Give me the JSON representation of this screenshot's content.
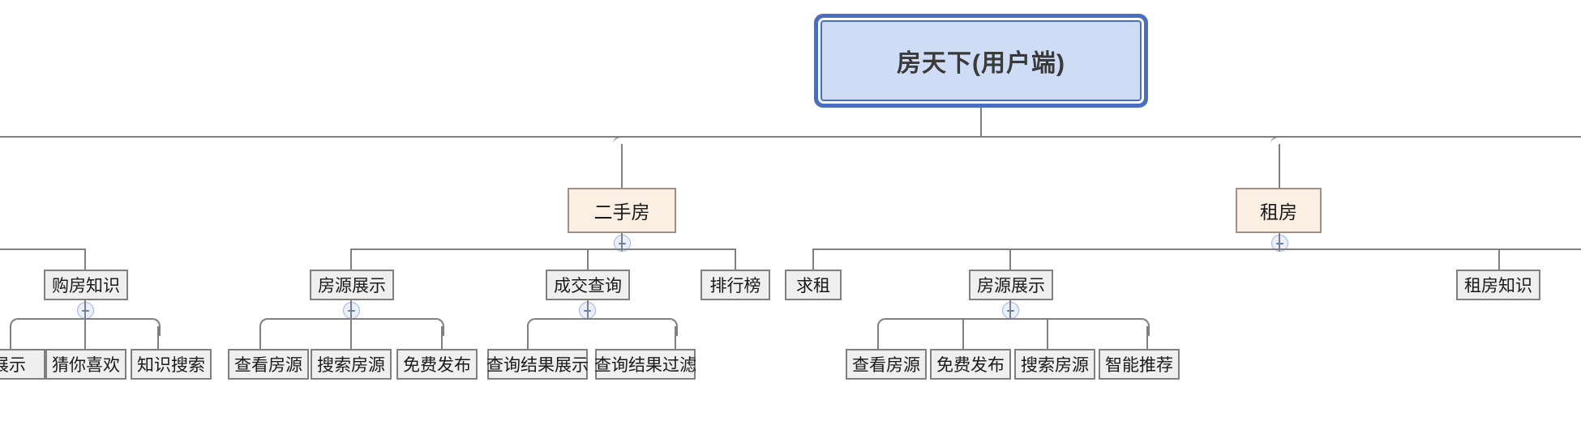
{
  "diagram": {
    "type": "tree-mindmap",
    "title": "房天下(用户端)",
    "toggle_icon": "collapse-minus-icon",
    "colors": {
      "root_fill": "#cfdcf5",
      "root_border": "#4a6fc0",
      "level2_fill": "#fbeee2",
      "level2_border": "#a09084",
      "node_fill": "#efefef",
      "node_border": "#808080",
      "connector": "#808080",
      "toggle_fill": "#eaf0fb",
      "toggle_stroke": "#9db3dd"
    }
  },
  "root": {
    "label": "房天下(用户端)"
  },
  "level2": {
    "ershoufang": {
      "label": "二手房"
    },
    "zufang": {
      "label": "租房"
    }
  },
  "level3": {
    "gaufang_zhishi": {
      "label": "购房知识"
    },
    "fangyuan_zhanshi_a": {
      "label": "房源展示"
    },
    "chengjiao_chaxun": {
      "label": "成交查询"
    },
    "paihangbang": {
      "label": "排行榜"
    },
    "qiuzu": {
      "label": "求租"
    },
    "fangyuan_zhanshi_b": {
      "label": "房源展示"
    },
    "zufang_zhishi": {
      "label": "租房知识"
    }
  },
  "level4": {
    "clipped_zhanshi": {
      "label": "展示"
    },
    "cainixihuan": {
      "label": "猜你喜欢"
    },
    "zhishi_sousuo": {
      "label": "知识搜索"
    },
    "chakan_fangyuan_a": {
      "label": "查看房源"
    },
    "sousuo_fangyuan_a": {
      "label": "搜索房源"
    },
    "mianfei_fabu_a": {
      "label": "免费发布"
    },
    "chaxun_jieguo_zhanshi": {
      "label": "查询结果展示"
    },
    "chaxun_jieguo_guolv": {
      "label": "查询结果过滤"
    },
    "chakan_fangyuan_b": {
      "label": "查看房源"
    },
    "mianfei_fabu_b": {
      "label": "免费发布"
    },
    "sousuo_fangyuan_b": {
      "label": "搜索房源"
    },
    "zhineng_tuijian": {
      "label": "智能推荐"
    }
  }
}
